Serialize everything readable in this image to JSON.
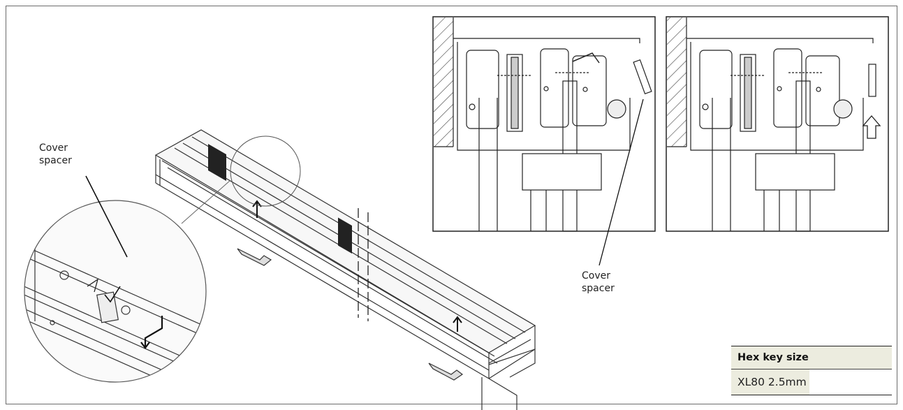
{
  "callouts": {
    "left_label": "Cover\nspacer",
    "right_label": "Cover\nspacer"
  },
  "hex_table": {
    "header": "Hex key size",
    "value": "XL80 2.5mm"
  }
}
